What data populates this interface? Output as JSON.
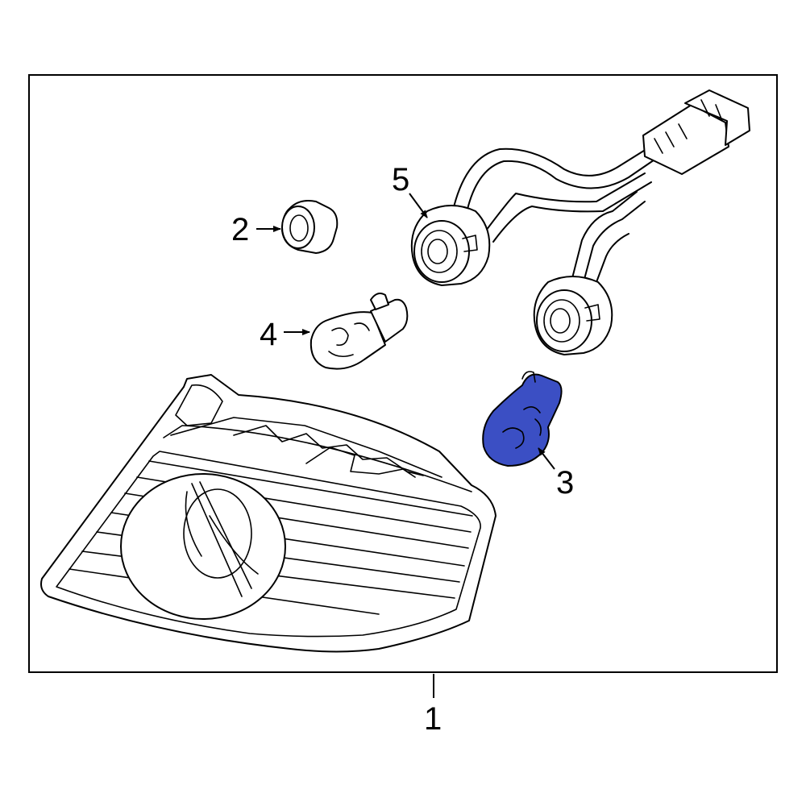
{
  "diagram": {
    "highlight_color": "#3b4fc4",
    "callouts": [
      {
        "id": "1",
        "label": "1"
      },
      {
        "id": "2",
        "label": "2"
      },
      {
        "id": "3",
        "label": "3"
      },
      {
        "id": "4",
        "label": "4"
      },
      {
        "id": "5",
        "label": "5"
      }
    ]
  }
}
